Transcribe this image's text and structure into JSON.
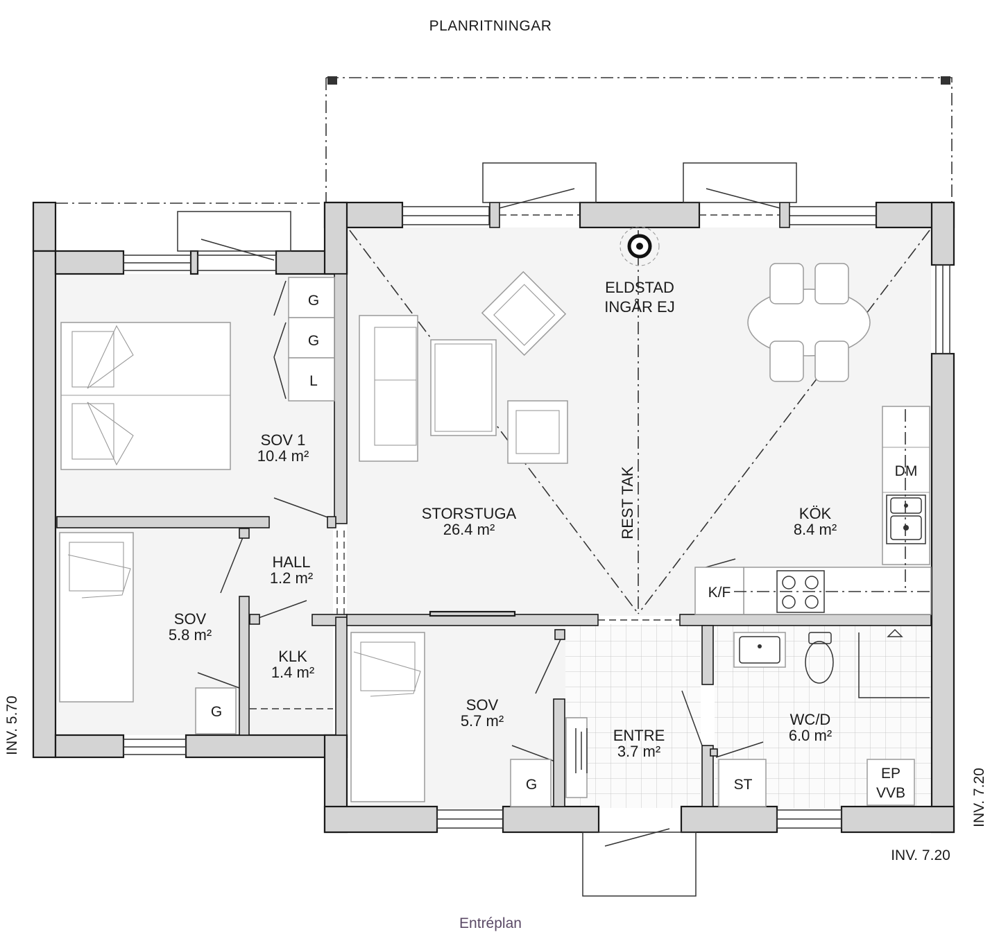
{
  "title": "PLANRITNINGAR",
  "caption": "Entréplan",
  "rooms": {
    "sov1": {
      "name": "SOV 1",
      "area": "10.4 m²"
    },
    "storstuga": {
      "name": "STORSTUGA",
      "area": "26.4 m²"
    },
    "kok": {
      "name": "KÖK",
      "area": "8.4 m²"
    },
    "hall": {
      "name": "HALL",
      "area": "1.2 m²"
    },
    "sov_a": {
      "name": "SOV",
      "area": "5.8 m²"
    },
    "klk": {
      "name": "KLK",
      "area": "1.4 m²"
    },
    "sov_b": {
      "name": "SOV",
      "area": "5.7 m²"
    },
    "entre": {
      "name": "ENTRE",
      "area": "3.7 m²"
    },
    "wcd": {
      "name": "WC/D",
      "area": "6.0 m²"
    }
  },
  "notes": {
    "eldstad_1": "ELDSTAD",
    "eldstad_2": "INGÅR EJ",
    "rest_tak": "REST TAK"
  },
  "fixtures": {
    "g": "G",
    "l": "L",
    "dm": "DM",
    "kf": "K/F",
    "st": "ST",
    "ep": "EP",
    "vvb": "VVB"
  },
  "dimensions": {
    "left": "INV.  5.70",
    "right_vertical": "INV.  7.20",
    "right_horizontal": "INV.  7.20"
  }
}
